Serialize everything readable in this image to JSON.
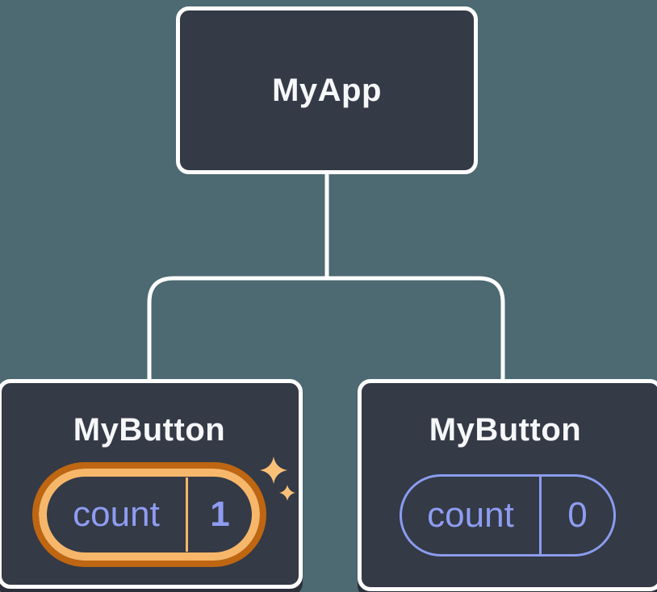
{
  "colors": {
    "background": "#4D6972",
    "node_fill": "#343A46",
    "node_border": "#FFFFFF",
    "connector": "#FFFFFF",
    "node_title_text": "#F6F7F9",
    "state_text": "#8E9DF2",
    "plain_pill_border": "#8B9CF0",
    "highlight_ring_outer": "#BE6611",
    "highlight_ring_inner": "#F7B76A",
    "sparkle": "#F9C178",
    "node_shadow": "#2B303B"
  },
  "tree": {
    "root": {
      "label": "MyApp"
    },
    "children": [
      {
        "label": "MyButton",
        "state_name": "count",
        "state_value": "1",
        "highlighted": true
      },
      {
        "label": "MyButton",
        "state_name": "count",
        "state_value": "0",
        "highlighted": false
      }
    ]
  },
  "icons": {
    "sparkles_icon": "two four-point sparkle stars marking updated state"
  }
}
